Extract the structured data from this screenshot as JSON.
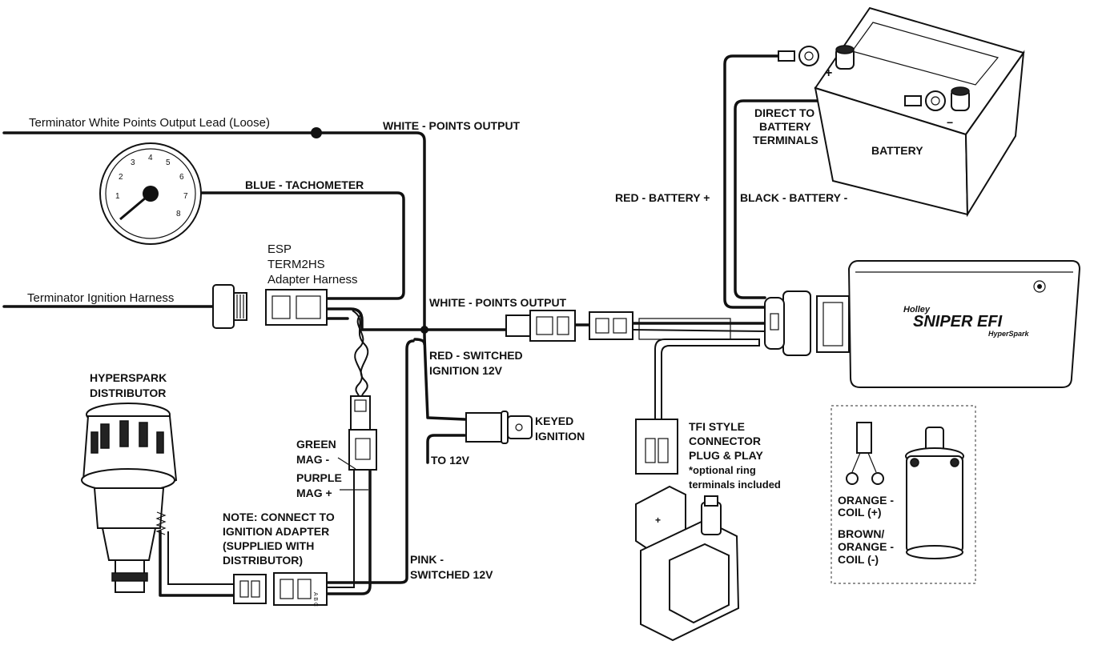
{
  "labels": {
    "white_lead_loose": "Terminator White Points Output Lead (Loose)",
    "white_points_output_top": "WHITE - POINTS OUTPUT",
    "blue_tachometer": "BLUE - TACHOMETER",
    "esp_line1": "ESP",
    "esp_line2": "TERM2HS",
    "esp_line3": "Adapter Harness",
    "terminator_ignition_harness": "Terminator Ignition Harness",
    "white_points_output_mid": "WHITE - POINTS OUTPUT",
    "red_switched_line1": "RED - SWITCHED",
    "red_switched_line2": "IGNITION 12V",
    "keyed_line1": "KEYED",
    "keyed_line2": "IGNITION",
    "to_12v": "TO 12V",
    "hyperspark_line1": "HYPERSPARK",
    "hyperspark_line2": "DISTRIBUTOR",
    "green_line1": "GREEN",
    "green_line2": "MAG -",
    "purple_line1": "PURPLE",
    "purple_line2": "MAG +",
    "note_line1": "NOTE: CONNECT TO",
    "note_line2": "IGNITION ADAPTER",
    "note_line3": "(SUPPLIED WITH",
    "note_line4": "DISTRIBUTOR)",
    "pink_line1": "PINK -",
    "pink_line2": "SWITCHED 12V",
    "red_battery": "RED - BATTERY +",
    "black_battery": "BLACK - BATTERY -",
    "direct_line1": "DIRECT TO",
    "direct_line2": "BATTERY",
    "direct_line3": "TERMINALS",
    "battery": "BATTERY",
    "tfi_line1": "TFI STYLE",
    "tfi_line2": "CONNECTOR",
    "tfi_line3": "PLUG & PLAY",
    "tfi_line4": "*optional ring",
    "tfi_line5": "terminals included",
    "orange_line1": "ORANGE -",
    "orange_line2": "COIL (+)",
    "brown_line1": "BROWN/",
    "brown_line2": "ORANGE -",
    "brown_line3": "COIL (-)",
    "battery_plus": "+",
    "battery_minus": "−",
    "coil_plus": "+",
    "connector_abc": "A B C",
    "ecu_brand": "Holley",
    "ecu_name": "SNIPER EFI",
    "ecu_sub": "HyperSpark"
  },
  "tach_numbers": [
    "1",
    "2",
    "3",
    "4",
    "5",
    "6",
    "7",
    "8"
  ]
}
